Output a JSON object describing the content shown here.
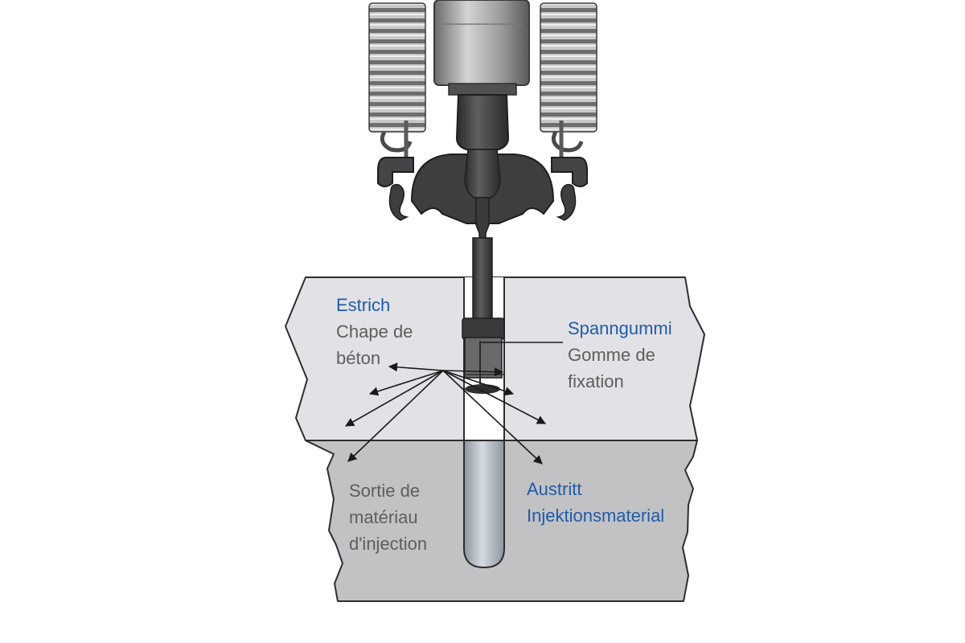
{
  "labels": {
    "estrich": {
      "de": "Estrich",
      "fr_line1": "Chape de",
      "fr_line2": "béton"
    },
    "spanngummi": {
      "de": "Spanngummi",
      "fr_line1": "Gomme de",
      "fr_line2": "fixation"
    },
    "austritt": {
      "de_line1": "Austritt",
      "de_line2": "Injektionsmaterial"
    },
    "sortie": {
      "fr_line1": "Sortie de",
      "fr_line2": "matériau",
      "fr_line3": "d'injection"
    }
  },
  "colors": {
    "label_de": "#1f5ca8",
    "label_fr": "#5e5e5e",
    "screed": "#e2e1e6",
    "concrete": "#c2c2c4",
    "apparatus": "#4a4a4c",
    "spring": "#8a8a8c"
  }
}
